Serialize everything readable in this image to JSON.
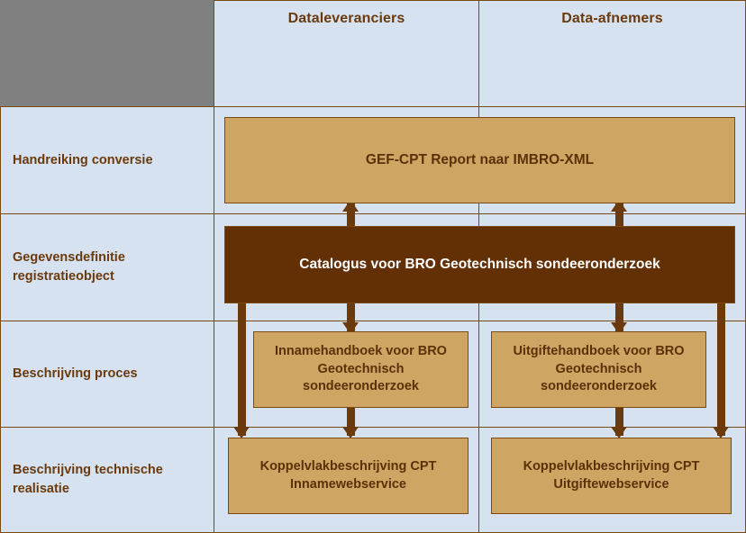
{
  "diagram": {
    "columns": [
      {
        "id": "corner",
        "label": ""
      },
      {
        "id": "dataleveranciers",
        "label": "Dataleveranciers"
      },
      {
        "id": "data-afnemers",
        "label": "Data-afnemers"
      }
    ],
    "rows": [
      {
        "id": "handreiking-conversie",
        "label": "Handreiking conversie"
      },
      {
        "id": "gegevensdefinitie-registratieobject",
        "label": "Gegevensdefinitie registratieobject"
      },
      {
        "id": "beschrijving-proces",
        "label": "Beschrijving proces"
      },
      {
        "id": "beschrijving-technische-realisatie",
        "label": "Beschrijving technische realisatie"
      }
    ],
    "boxes": {
      "gef_cpt_report": "GEF-CPT Report naar IMBRO-XML",
      "catalogus": "Catalogus voor BRO Geotechnisch sondeeronderzoek",
      "innamehandboek": "Innamehandboek voor BRO Geotechnisch sondeeronderzoek",
      "uitgiftehandboek": "Uitgiftehandboek voor BRO Geotechnisch sondeeronderzoek",
      "koppelvlak_inname": "Koppelvlakbeschrijving CPT Innamewebservice",
      "koppelvlak_uitgifte": "Koppelvlakbeschrijving CPT Uitgiftewebservice"
    },
    "colors": {
      "panel_background": "#d6e2ef",
      "corner_gray": "#808080",
      "tan_fill": "#cfa563",
      "dark_brown_fill": "#633006",
      "border_brown": "#7b4a13",
      "text_brown": "#6b3a0c",
      "connector_brown": "#6b3a0c",
      "light_text": "#ffffff"
    }
  }
}
